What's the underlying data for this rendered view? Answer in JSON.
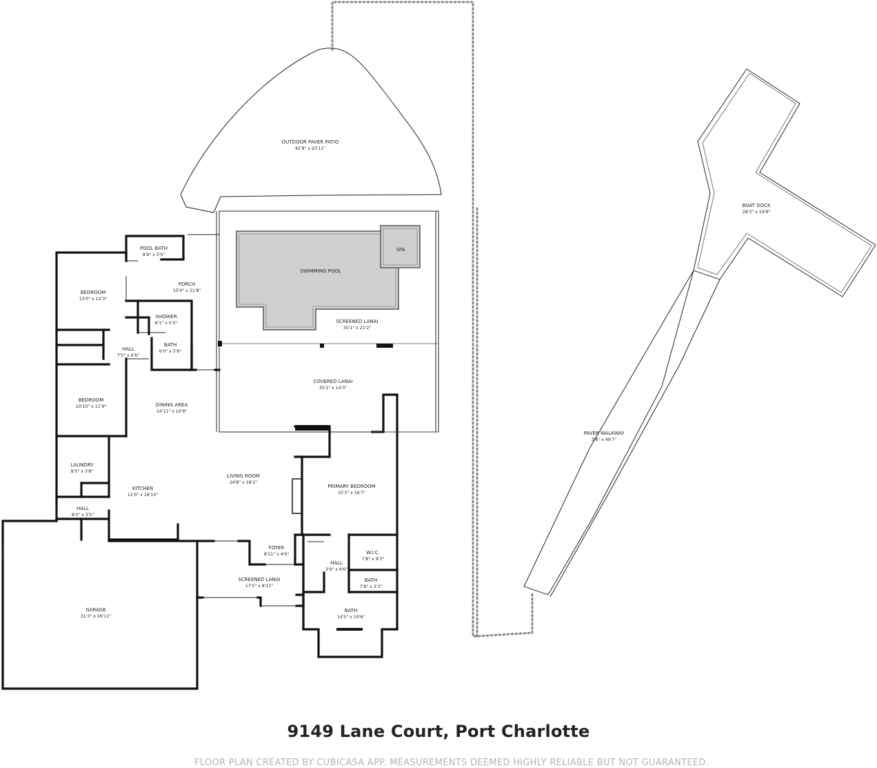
{
  "rooms": {
    "outdoor_paver_patio": {
      "name": "OUTDOOR PAVER PATIO",
      "dim": "42'8\" x 23'11\""
    },
    "boat_dock": {
      "name": "BOAT DOCK",
      "dim": "28'3\" x 19'8\""
    },
    "pool_bath": {
      "name": "POOL BATH",
      "dim": "8'9\" x 3'5\""
    },
    "spa": {
      "name": "SPA"
    },
    "swimming_pool": {
      "name": "SWIMMING POOL"
    },
    "bedroom_1": {
      "name": "BEDROOM",
      "dim": "13'0\" x 12'3\""
    },
    "porch": {
      "name": "PORCH",
      "dim": "15'0\" x 21'8\""
    },
    "shower": {
      "name": "SHOWER",
      "dim": "8'1\" x 5'3\""
    },
    "screened_lanai_1": {
      "name": "SCREENED LANAI",
      "dim": "35'1\" x 21'2\""
    },
    "hall_1": {
      "name": "HALL",
      "dim": "7'5\" x 6'6\""
    },
    "bath_1": {
      "name": "BATH",
      "dim": "6'0\" x 5'8\""
    },
    "covered_lanai": {
      "name": "COVERED LANAI",
      "dim": "35'1\" x 14'3\""
    },
    "bedroom_2": {
      "name": "BEDROOM",
      "dim": "10'10\" x 11'9\""
    },
    "dining_area": {
      "name": "DINING AREA",
      "dim": "14'11\" x 10'9\""
    },
    "paver_walkway": {
      "name": "PAVER WALKWAY",
      "dim": "3'6\" x 49'7\""
    },
    "laundry": {
      "name": "LAUNDRY",
      "dim": "8'0\" x 3'8\""
    },
    "living_room": {
      "name": "LIVING ROOM",
      "dim": "24'8\" x 18'2\""
    },
    "kitchen": {
      "name": "KITCHEN",
      "dim": "11'0\" x 16'10\""
    },
    "primary_bedroom": {
      "name": "PRIMARY BEDROOM",
      "dim": "15'3\" x 16'7\""
    },
    "hall_2": {
      "name": "HALL",
      "dim": "8'0\" x 3'5\""
    },
    "foyer": {
      "name": "FOYER",
      "dim": "8'11\" x 4'6\""
    },
    "wic": {
      "name": "W.I.C.",
      "dim": "7'8\" x 9'3\""
    },
    "hall_3": {
      "name": "HALL",
      "dim": "3'9\" x 9'6\""
    },
    "screened_lanai_2": {
      "name": "SCREENED LANAI",
      "dim": "17'5\" x 8'11\""
    },
    "bath_2": {
      "name": "BATH",
      "dim": "7'8\" x 3'3\""
    },
    "garage": {
      "name": "GARAGE",
      "dim": "31'3\" x 26'11\""
    },
    "bath_3": {
      "name": "BATH",
      "dim": "14'5\" x 10'6\""
    }
  },
  "address": "9149 Lane Court, Port Charlotte",
  "disclaimer": "FLOOR PLAN CREATED BY CUBICASA APP. MEASUREMENTS DEEMED HIGHLY RELIABLE BUT NOT GUARANTEED."
}
